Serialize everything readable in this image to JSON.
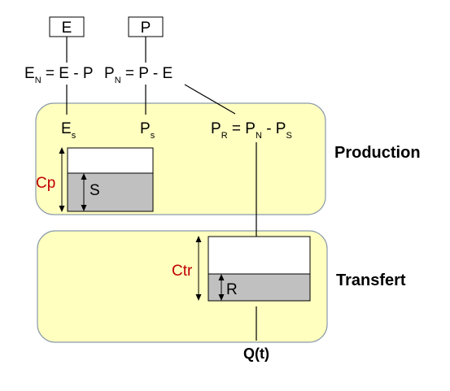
{
  "inputs": {
    "e_box": "E",
    "p_box": "P"
  },
  "equations": {
    "en": {
      "main": "E",
      "sub": "N",
      "rest": " = E - P"
    },
    "pn": {
      "main": "P",
      "sub": "N",
      "rest": " = P - E"
    },
    "es": {
      "main": "E",
      "sub": "s"
    },
    "ps": {
      "main": "P",
      "sub": "s"
    },
    "pr": {
      "p1": "P",
      "s1": "R",
      "eq": " = P",
      "s2": "N",
      "minus": " - P",
      "s3": "S"
    }
  },
  "production": {
    "title": "Production",
    "capacity_label": "Cp",
    "level_label": "S"
  },
  "transfert": {
    "title": "Transfert",
    "capacity_label": "Ctr",
    "level_label": "R"
  },
  "output": {
    "label": "Q(t)"
  },
  "colors": {
    "zone_fill": "#ffffc0",
    "zone_stroke": "#8a9aaa",
    "store_fill": "#c0c0c0",
    "capacity_text": "#c00000",
    "line": "#000000"
  }
}
